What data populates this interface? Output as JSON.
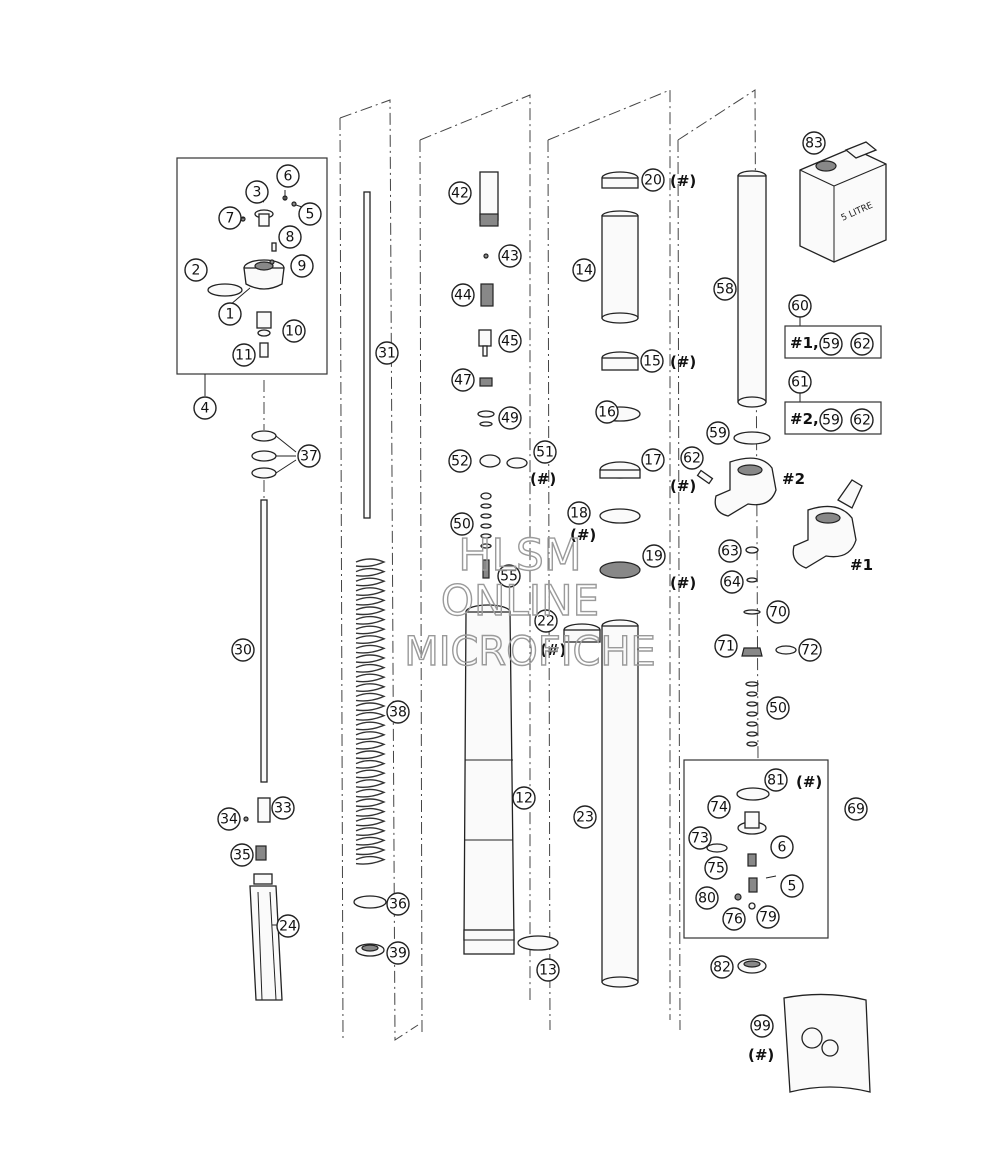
{
  "callouts": {
    "c1": "1",
    "c2": "2",
    "c3": "3",
    "c4": "4",
    "c5": "5",
    "c5b": "5",
    "c6": "6",
    "c6b": "6",
    "c7": "7",
    "c8": "8",
    "c9": "9",
    "c10": "10",
    "c11": "11",
    "c12": "12",
    "c13": "13",
    "c14": "14",
    "c15": "15",
    "c16": "16",
    "c17": "17",
    "c18": "18",
    "c19": "19",
    "c20": "20",
    "c22": "22",
    "c23": "23",
    "c24": "24",
    "c30": "30",
    "c31": "31",
    "c33": "33",
    "c34": "34",
    "c35": "35",
    "c36": "36",
    "c37": "37",
    "c38": "38",
    "c39": "39",
    "c42": "42",
    "c43": "43",
    "c44": "44",
    "c45": "45",
    "c47": "47",
    "c49": "49",
    "c50": "50",
    "c50b": "50",
    "c51": "51",
    "c52": "52",
    "c55": "55",
    "c58": "58",
    "c59": "59",
    "c59b": "59",
    "c59c": "59",
    "c60": "60",
    "c61": "61",
    "c62": "62",
    "c62b": "62",
    "c62c": "62",
    "c63": "63",
    "c64": "64",
    "c69": "69",
    "c70": "70",
    "c71": "71",
    "c72": "72",
    "c73": "73",
    "c74": "74",
    "c75": "75",
    "c76": "76",
    "c79": "79",
    "c80": "80",
    "c81": "81",
    "c82": "82",
    "c83": "83",
    "c99": "99"
  },
  "hash_marker": "(#)",
  "kit_labels": {
    "kit1": "#1,",
    "kit2": "#2,",
    "clamp1": "#1",
    "clamp2": "#2"
  },
  "can_label": "5 LITRE",
  "watermark": {
    "line1": "HLSM",
    "line2": "ONLINE",
    "line3": "MICROFICHE"
  }
}
